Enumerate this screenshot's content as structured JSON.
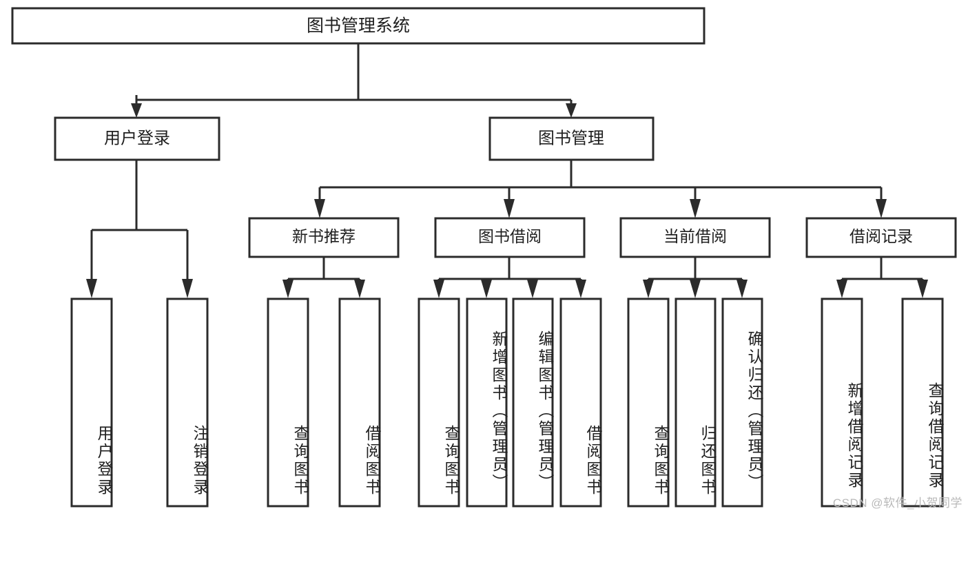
{
  "diagram": {
    "title": "图书管理系统",
    "watermark": "CSDN @软件_小贺同学",
    "type": "hierarchy-tree",
    "colors": {
      "background": "#ffffff",
      "box_stroke": "#2b2b2b",
      "box_fill": "#ffffff",
      "text": "#1f1f1f",
      "watermark": "#b9b9b9"
    },
    "levels": [
      {
        "level": 1,
        "nodes": [
          {
            "id": "root",
            "label": "图书管理系统",
            "orientation": "horizontal"
          }
        ]
      },
      {
        "level": 2,
        "nodes": [
          {
            "id": "user-login",
            "label": "用户登录",
            "orientation": "horizontal",
            "parent": "root"
          },
          {
            "id": "book-manage",
            "label": "图书管理",
            "orientation": "horizontal",
            "parent": "root"
          }
        ]
      },
      {
        "level": 3,
        "nodes": [
          {
            "id": "new-book-rec",
            "label": "新书推荐",
            "orientation": "horizontal",
            "parent": "book-manage"
          },
          {
            "id": "book-borrow",
            "label": "图书借阅",
            "orientation": "horizontal",
            "parent": "book-manage"
          },
          {
            "id": "current-borrow",
            "label": "当前借阅",
            "orientation": "horizontal",
            "parent": "book-manage"
          },
          {
            "id": "borrow-record",
            "label": "借阅记录",
            "orientation": "horizontal",
            "parent": "book-manage"
          }
        ]
      },
      {
        "level": 4,
        "nodes": [
          {
            "id": "leaf-1",
            "label": "用户登录",
            "orientation": "vertical",
            "parent": "user-login"
          },
          {
            "id": "leaf-2",
            "label": "注销登录",
            "orientation": "vertical",
            "parent": "user-login"
          },
          {
            "id": "leaf-3",
            "label": "查询图书",
            "orientation": "vertical",
            "parent": "new-book-rec"
          },
          {
            "id": "leaf-4",
            "label": "借阅图书",
            "orientation": "vertical",
            "parent": "new-book-rec"
          },
          {
            "id": "leaf-5",
            "label": "查询图书",
            "orientation": "vertical",
            "parent": "book-borrow"
          },
          {
            "id": "leaf-6",
            "label": "新增图书（管理员）",
            "orientation": "vertical",
            "parent": "book-borrow"
          },
          {
            "id": "leaf-7",
            "label": "编辑图书（管理员）",
            "orientation": "vertical",
            "parent": "book-borrow"
          },
          {
            "id": "leaf-8",
            "label": "借阅图书",
            "orientation": "vertical",
            "parent": "book-borrow"
          },
          {
            "id": "leaf-9",
            "label": "查询图书",
            "orientation": "vertical",
            "parent": "current-borrow"
          },
          {
            "id": "leaf-10",
            "label": "归还图书",
            "orientation": "vertical",
            "parent": "current-borrow"
          },
          {
            "id": "leaf-11",
            "label": "确认归还（管理员）",
            "orientation": "vertical",
            "parent": "current-borrow"
          },
          {
            "id": "leaf-12",
            "label": "新增借阅记录",
            "orientation": "vertical",
            "parent": "borrow-record"
          },
          {
            "id": "leaf-13",
            "label": "查询借阅记录",
            "orientation": "vertical",
            "parent": "borrow-record"
          }
        ]
      }
    ]
  }
}
